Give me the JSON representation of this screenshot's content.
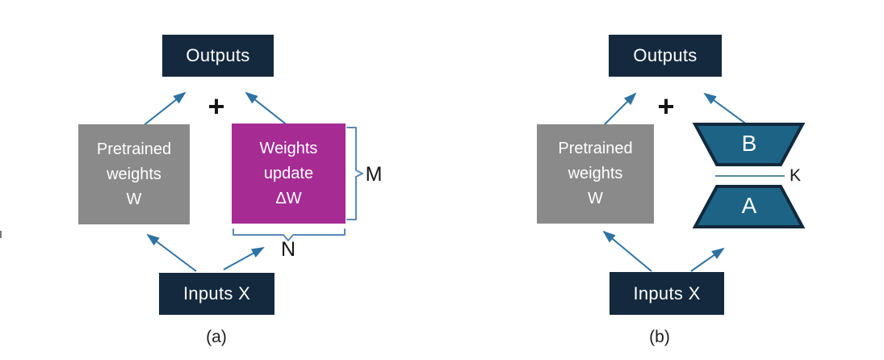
{
  "colors": {
    "navy": "#14293D",
    "gray": "#8A8A8A",
    "magenta": "#A62C94",
    "teal": "#1D6386",
    "arrow": "#2E72A3",
    "bracket": "#5B8AB5",
    "outline": "#12293C",
    "text_dark": "#151515",
    "text_light": "#FFFFFF"
  },
  "diagram_a": {
    "caption": "(a)",
    "outputs_label": "Outputs",
    "plus_sign": "+",
    "pretrained": {
      "lines": [
        "Pretrained",
        "weights",
        "W"
      ]
    },
    "weights_update": {
      "lines": [
        "Weights",
        "update",
        "ΔW"
      ]
    },
    "inputs_label": "Inputs X",
    "dim_rows": "M",
    "dim_cols": "N"
  },
  "diagram_b": {
    "caption": "(b)",
    "outputs_label": "Outputs",
    "plus_sign": "+",
    "pretrained": {
      "lines": [
        "Pretrained",
        "weights",
        "W"
      ]
    },
    "matrix_b_label": "B",
    "matrix_a_label": "A",
    "dim_rank": "K",
    "inputs_label": "Inputs X"
  }
}
